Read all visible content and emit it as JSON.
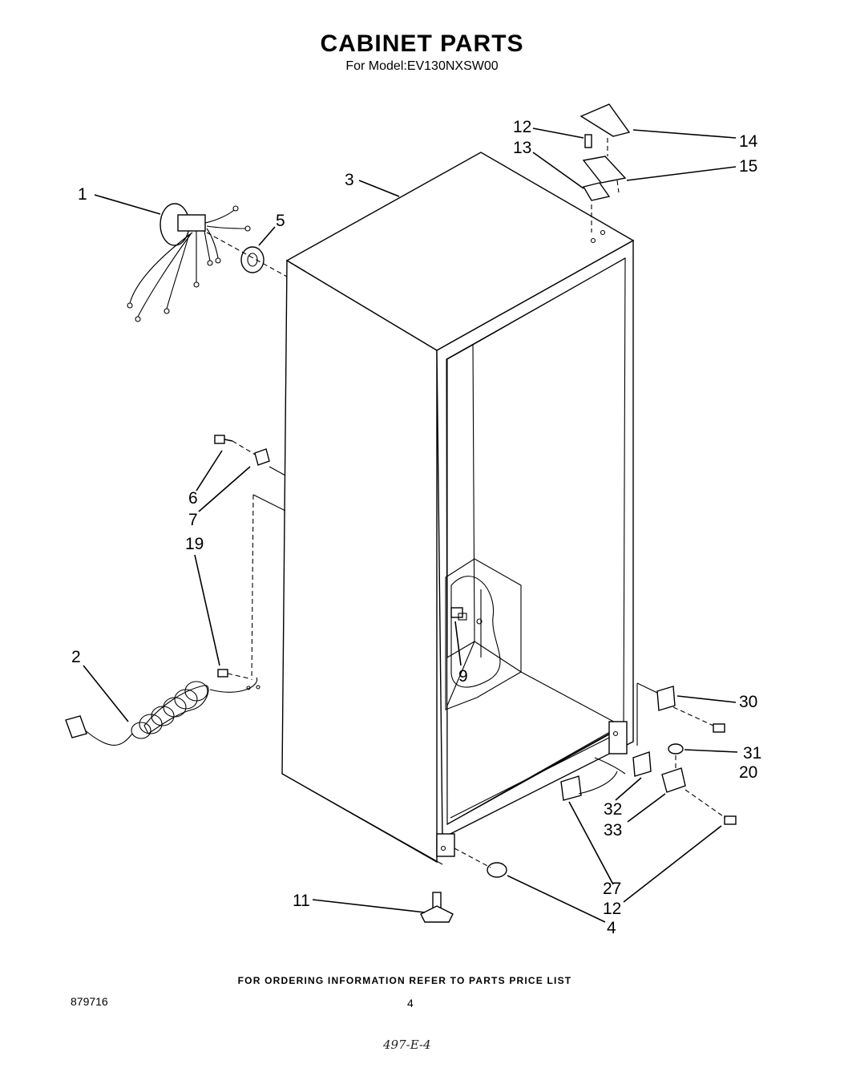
{
  "header": {
    "title": "CABINET PARTS",
    "model_label": "For Model: ",
    "model": "EV130NXSW00"
  },
  "callouts": [
    "12",
    "14",
    "13",
    "15",
    "3",
    "1",
    "5",
    "6",
    "7",
    "19",
    "2",
    "9",
    "30",
    "31",
    "20",
    "32",
    "33",
    "27",
    "12",
    "11",
    "4"
  ],
  "footer": {
    "ordering_note": "FOR ORDERING INFORMATION REFER TO PARTS PRICE LIST",
    "document_number": "879716",
    "page_number": "4",
    "handwritten_code": "497-E-4"
  }
}
